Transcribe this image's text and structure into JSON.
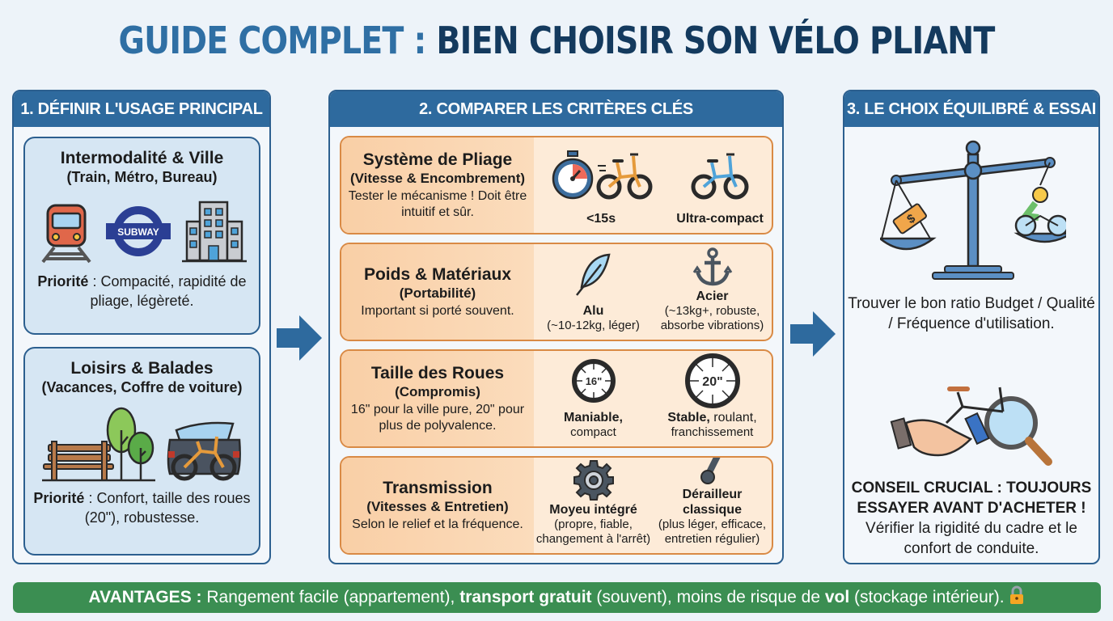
{
  "header": {
    "title_part1": "GUIDE COMPLET : ",
    "title_part2": "BIEN CHOISIR SON VÉLO PLIANT"
  },
  "colors": {
    "title_light": "#2f6fa4",
    "title_dark": "#143a5e",
    "panel_header": "#2e6a9e",
    "criteria_border": "#d98a45",
    "criteria_left_bg": "#f9cfa6",
    "footer_bg": "#3b8e52"
  },
  "section1": {
    "header": "1. DÉFINIR L'USAGE PRINCIPAL",
    "cards": [
      {
        "title": "Intermodalité & Ville",
        "subtitle": "(Train, Métro, Bureau)",
        "icons": [
          "train-icon",
          "subway-sign-icon",
          "office-building-icon"
        ],
        "subway_label": "SUBWAY",
        "priority_label": "Priorité",
        "priority_text": " : Compacité, rapidité de pliage, légèreté."
      },
      {
        "title": "Loisirs & Balades",
        "subtitle": "(Vacances, Coffre de voiture)",
        "icons": [
          "park-bench-trees-icon",
          "car-trunk-bike-icon"
        ],
        "priority_label": "Priorité",
        "priority_text": " : Confort, taille des roues (20\"), robustesse."
      }
    ]
  },
  "section2": {
    "header": "2. COMPARER LES CRITÈRES CLÉS",
    "criteria": [
      {
        "title": "Système de Pliage",
        "subtitle": "(Vitesse & Encombrement)",
        "desc": "Tester le mécanisme ! Doit être intuitif et sûr.",
        "options": [
          {
            "icon": "stopwatch-bike-icon",
            "label": "<15s",
            "sub": ""
          },
          {
            "icon": "compact-bike-icon",
            "label": "Ultra-compact",
            "sub": ""
          }
        ]
      },
      {
        "title": "Poids & Matériaux",
        "subtitle": "(Portabilité)",
        "desc": "Important si porté souvent.",
        "options": [
          {
            "icon": "feather-icon",
            "label": "Alu",
            "sub": "(~10-12kg, léger)"
          },
          {
            "icon": "anchor-icon",
            "label": "Acier",
            "sub": "(~13kg+, robuste, absorbe vibrations)"
          }
        ]
      },
      {
        "title": "Taille des Roues",
        "subtitle": "(Compromis)",
        "desc": "16\" pour la ville pure, 20\" pour plus de polyvalence.",
        "options": [
          {
            "icon": "wheel-16-icon",
            "wheel_text": "16\"",
            "label": "Maniable,",
            "sub": "compact"
          },
          {
            "icon": "wheel-20-icon",
            "wheel_text": "20\"",
            "label": "Stable,",
            "sub_inline": " roulant,",
            "sub": "franchissement"
          }
        ]
      },
      {
        "title": "Transmission",
        "subtitle": "(Vitesses & Entretien)",
        "desc": "Selon le relief et la fréquence.",
        "options": [
          {
            "icon": "gear-hub-icon",
            "label": "Moyeu intégré",
            "sub": "(propre, fiable, changement à l'arrêt)"
          },
          {
            "icon": "derailleur-icon",
            "label": "Dérailleur classique",
            "sub": "(plus léger, efficace, entretien régulier)"
          }
        ]
      }
    ]
  },
  "section3": {
    "header": "3. LE CHOIX ÉQUILIBRÉ & ESSAI",
    "balance_text": "Trouver le bon ratio Budget / Qualité / Fréquence d'utilisation.",
    "advice_title": "CONSEIL CRUCIAL : TOUJOURS ESSAYER AVANT D'ACHETER !",
    "advice_text": "Vérifier la rigidité du cadre et le confort de conduite."
  },
  "footer": {
    "label": "AVANTAGES :",
    "text1": " Rangement facile (appartement), ",
    "bold1": "transport gratuit",
    "text2": " (souvent), moins de risque de ",
    "bold2": "vol",
    "text3": " (stockage intérieur). ",
    "icon": "padlock-icon"
  }
}
